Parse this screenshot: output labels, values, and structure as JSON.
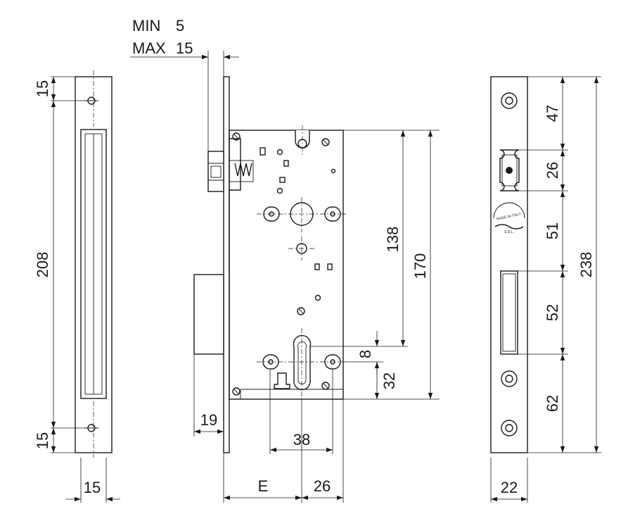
{
  "backset_range": {
    "min_label": "MIN",
    "min_value": "5",
    "max_label": "MAX",
    "max_value": "15"
  },
  "faceplate_dims": {
    "top_offset": "15",
    "length": "208",
    "bottom_offset": "15",
    "width": "15"
  },
  "lock_body_dims": {
    "bolt_projection": "19",
    "backset": "E",
    "axis_to_edge": "26",
    "hole_spacing": "38",
    "body_height_inner": "138",
    "body_height_total": "170",
    "cylinder_offset": "8",
    "cylinder_height": "32"
  },
  "strike_dims": {
    "top_to_latch": "47",
    "latch_height": "26",
    "latch_to_bolt": "51",
    "bolt_height": "52",
    "bottom": "62",
    "total_length": "238",
    "width": "22"
  },
  "stamp": {
    "line1": "MADE IN ITALY",
    "line2": "S.D.L."
  }
}
